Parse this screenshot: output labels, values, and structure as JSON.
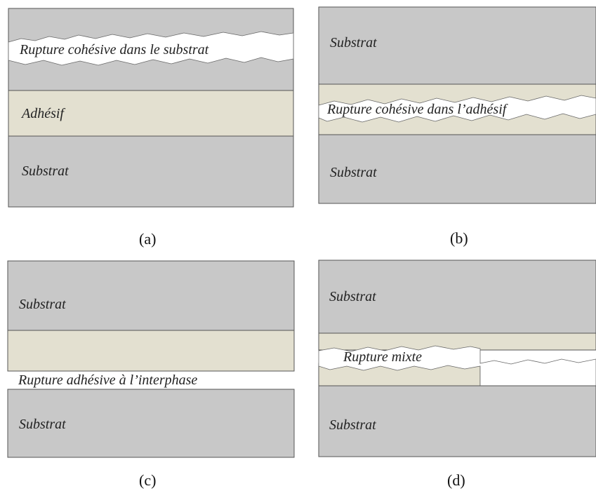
{
  "colors": {
    "substrate": "#c8c8c8",
    "adhesive": "#e3e0d0",
    "outline": "#555555",
    "crack": "#ffffff"
  },
  "panels": {
    "a": {
      "caption": "(a)",
      "crack_label": "Rupture cohésive dans le substrat",
      "adhesive_label": "Adhésif",
      "substrate_label": "Substrat"
    },
    "b": {
      "caption": "(b)",
      "top_substrate_label": "Substrat",
      "crack_label": "Rupture cohésive dans l’adhésif",
      "bottom_substrate_label": "Substrat"
    },
    "c": {
      "caption": "(c)",
      "top_substrate_label": "Substrat",
      "crack_label": "Rupture adhésive à l’interphase",
      "bottom_substrate_label": "Substrat"
    },
    "d": {
      "caption": "(d)",
      "top_substrate_label": "Substrat",
      "crack_label": "Rupture mixte",
      "bottom_substrate_label": "Substrat"
    }
  }
}
